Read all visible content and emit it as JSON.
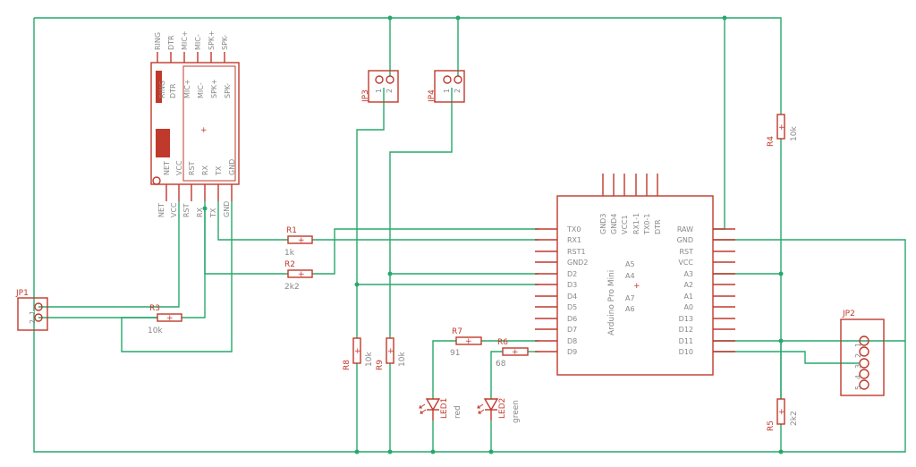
{
  "gsm_module": {
    "top_pins": [
      "RING",
      "DTR",
      "MIC+",
      "MIC-",
      "SPK+",
      "SPK-"
    ],
    "inner_top": [
      "RING",
      "DTR",
      "MIC+",
      "MIC-",
      "SPK+",
      "SPK-"
    ],
    "inner_bottom": [
      "NET",
      "VCC",
      "RST",
      "RX",
      "TX",
      "GND"
    ],
    "bottom_pins": [
      "NET",
      "VCC",
      "RST",
      "RX",
      "TX",
      "GND"
    ]
  },
  "jumpers": {
    "jp1": {
      "name": "JP1",
      "pins": [
        "1",
        "2"
      ]
    },
    "jp2": {
      "name": "JP2",
      "pins": [
        "1",
        "2",
        "3",
        "4",
        "5"
      ]
    },
    "jp3": {
      "name": "JP3",
      "pins": [
        "1",
        "2"
      ]
    },
    "jp4": {
      "name": "JP4",
      "pins": [
        "1",
        "2"
      ]
    }
  },
  "resistors": {
    "r1": {
      "name": "R1",
      "value": "1k"
    },
    "r2": {
      "name": "R2",
      "value": "2k2"
    },
    "r3": {
      "name": "R3",
      "value": "10k"
    },
    "r4": {
      "name": "R4",
      "value": "10k"
    },
    "r5": {
      "name": "R5",
      "value": "2k2"
    },
    "r6": {
      "name": "R6",
      "value": "68"
    },
    "r7": {
      "name": "R7",
      "value": "91"
    },
    "r8": {
      "name": "R8",
      "value": "10k"
    },
    "r9": {
      "name": "R9",
      "value": "10k"
    }
  },
  "leds": {
    "led1": {
      "name": "LED1",
      "value": "red"
    },
    "led2": {
      "name": "LED2",
      "value": "green"
    }
  },
  "arduino": {
    "name": "Arduino Pro Mini",
    "top_pins": [
      "GND3",
      "GND4",
      "VCC1",
      "RX1-1",
      "TX0-1",
      "DTR"
    ],
    "left_pins": [
      "TX0",
      "RX1",
      "RST1",
      "GND2",
      "D2",
      "D3",
      "D4",
      "D5",
      "D6",
      "D7",
      "D8",
      "D9"
    ],
    "right_pins": [
      "RAW",
      "GND",
      "RST",
      "VCC",
      "A3",
      "A2",
      "A1",
      "A0",
      "D13",
      "D12",
      "D11",
      "D10"
    ],
    "inner_pins": [
      "A5",
      "A4",
      "A7",
      "A6"
    ]
  }
}
